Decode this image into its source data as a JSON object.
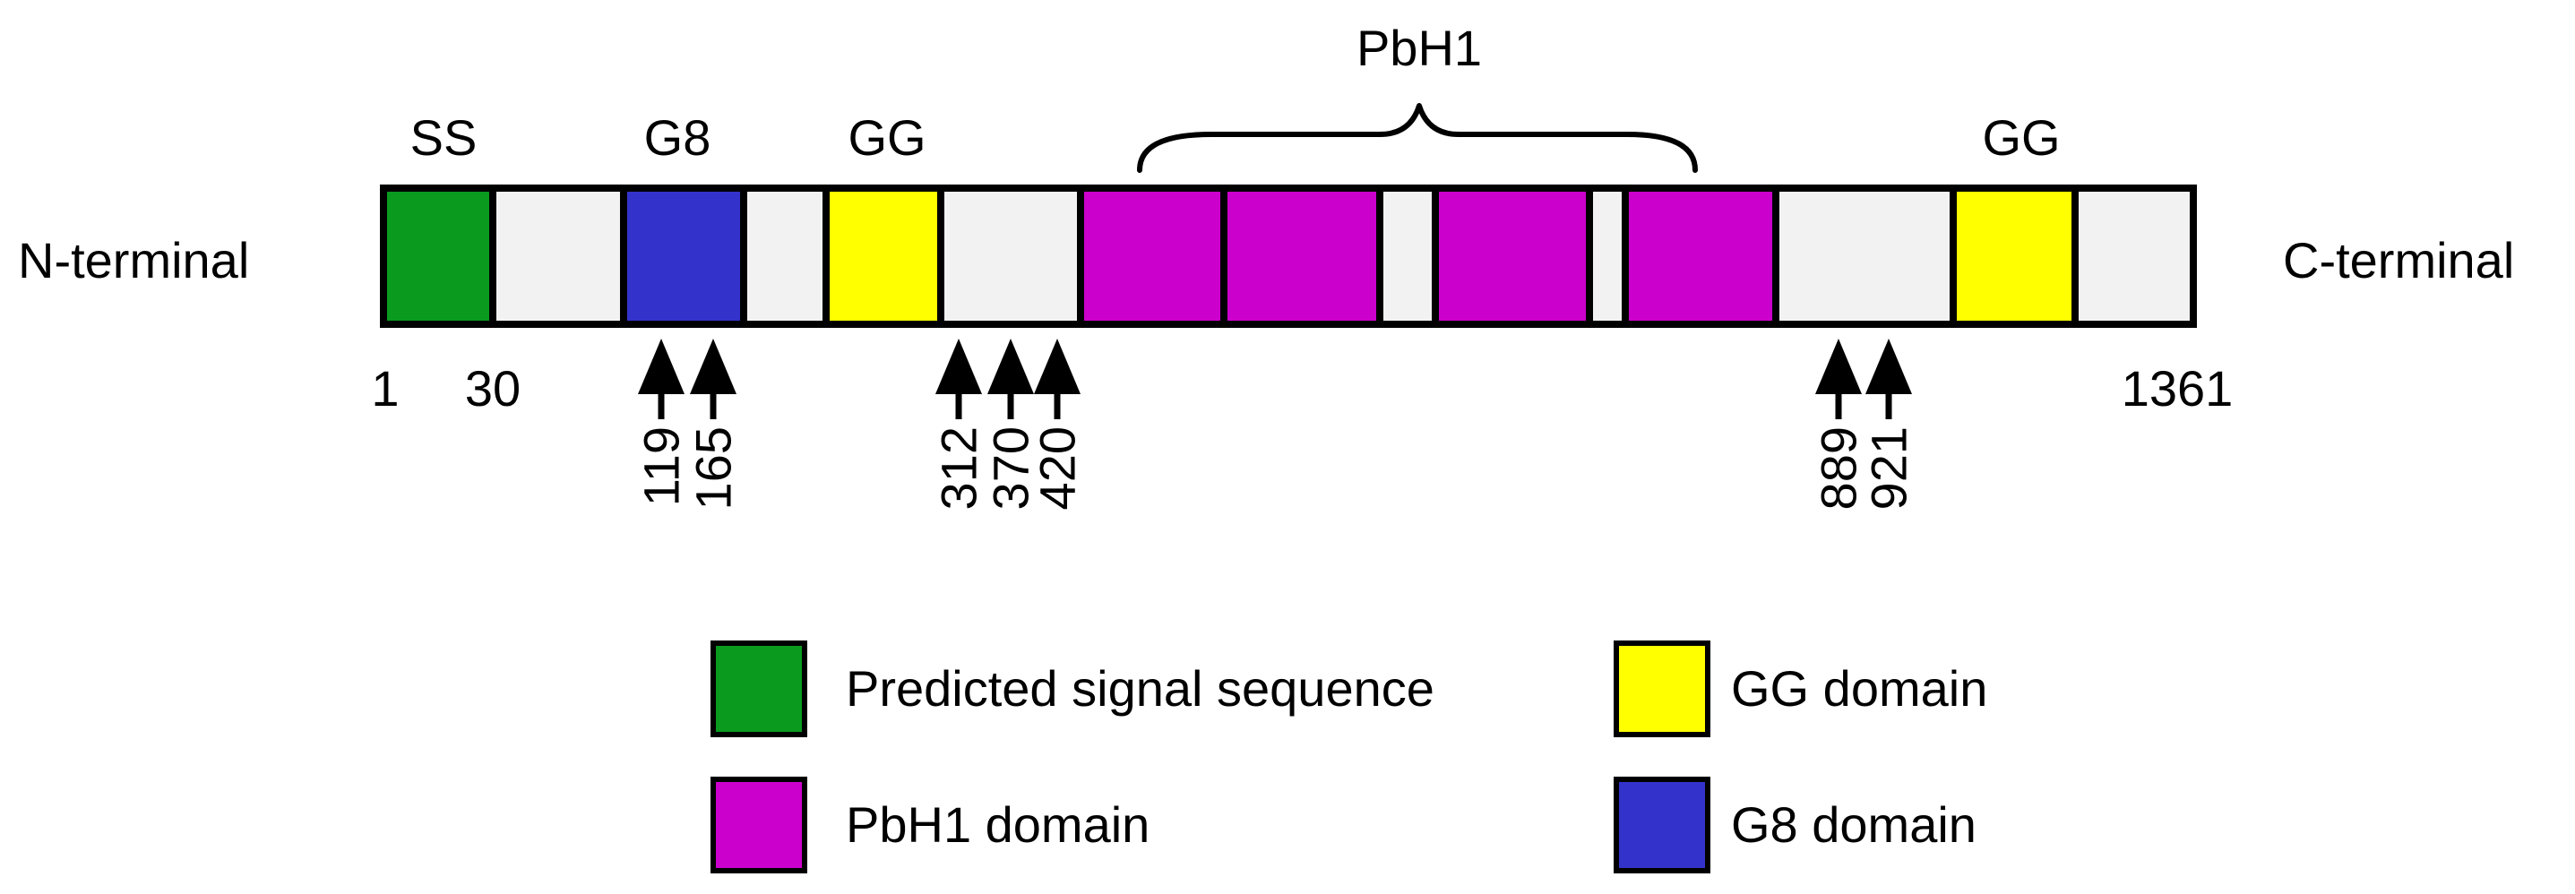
{
  "protein": {
    "n_terminal_label": "N-terminal",
    "c_terminal_label": "C-terminal",
    "start_position": "1",
    "signal_end_position": "30",
    "end_position": "1361"
  },
  "domain_labels": {
    "signal": "SS",
    "g8": "G8",
    "gg_first": "GG",
    "gg_second": "GG",
    "pbh1_group": "PbH1"
  },
  "segments": [
    {
      "type": "signal",
      "color": "#0a9a1e"
    },
    {
      "type": "linker",
      "color": "#f2f2f2"
    },
    {
      "type": "g8",
      "color": "#3333cc"
    },
    {
      "type": "linker",
      "color": "#f2f2f2"
    },
    {
      "type": "gg",
      "color": "#ffff00"
    },
    {
      "type": "linker",
      "color": "#f2f2f2"
    },
    {
      "type": "pbh1",
      "color": "#cc00cc"
    },
    {
      "type": "pbh1",
      "color": "#cc00cc"
    },
    {
      "type": "linker",
      "color": "#f2f2f2"
    },
    {
      "type": "pbh1",
      "color": "#cc00cc"
    },
    {
      "type": "linker",
      "color": "#f2f2f2"
    },
    {
      "type": "pbh1",
      "color": "#cc00cc"
    },
    {
      "type": "linker",
      "color": "#f2f2f2"
    },
    {
      "type": "gg",
      "color": "#ffff00"
    },
    {
      "type": "linker",
      "color": "#f2f2f2"
    }
  ],
  "site_markers": [
    "119",
    "165",
    "312",
    "370",
    "420",
    "889",
    "921"
  ],
  "legend": [
    {
      "label": "Predicted signal sequence",
      "color": "#0a9a1e"
    },
    {
      "label": "GG domain",
      "color": "#ffff00"
    },
    {
      "label": "PbH1 domain",
      "color": "#cc00cc"
    },
    {
      "label": "G8 domain",
      "color": "#3333cc"
    }
  ],
  "colors": {
    "outline": "#000000",
    "linker": "#f2f2f2",
    "signal": "#0a9a1e",
    "g8": "#3333cc",
    "gg": "#ffff00",
    "pbh1": "#cc00cc"
  }
}
